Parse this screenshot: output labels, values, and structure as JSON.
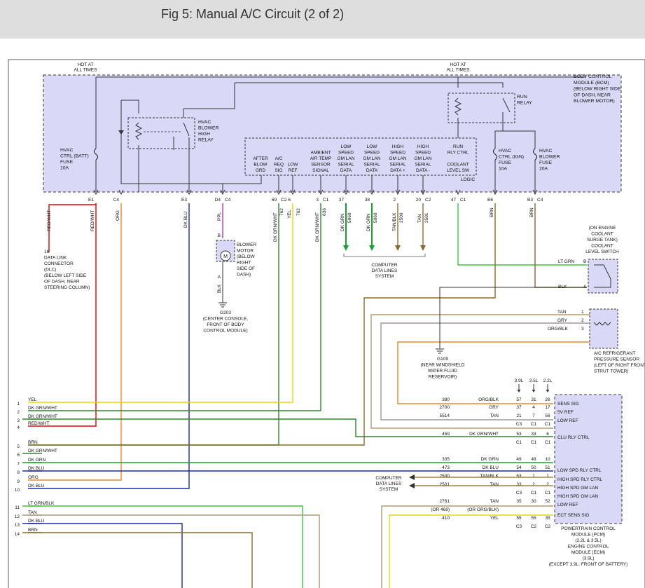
{
  "title": "Fig 5: Manual A/C Circuit (2 of 2)",
  "colors": {
    "module_fill": "#d9d9f7",
    "module_stroke": "#333333",
    "red": "#e60000",
    "orange": "#e58a2e",
    "yellow": "#e8d800",
    "green": "#10a52a",
    "dk_grn": "#2a8a2a",
    "blue": "#1a2aa8",
    "brown": "#8a6a2a",
    "tan": "#b09a70",
    "gray": "#9a9a9a",
    "purple": "#c034c0",
    "lt_grn": "#33cc33"
  },
  "labels": {
    "hot_left": [
      "HOT AT",
      "ALL TIMES"
    ],
    "hot_right": [
      "HOT AT",
      "ALL TIMES"
    ],
    "bcm": [
      "BODY CONTROL",
      "MODULE (BCM)",
      "(BELOW RIGHT SIDE",
      "OF DASH, NEAR",
      "BLOWER MOTOR)"
    ],
    "hvac_batt_fuse": [
      "HVAC",
      "CTRL (BATT)",
      "FUSE",
      "10A"
    ],
    "hvac_relay": [
      "HVAC",
      "BLOWER",
      "HIGH",
      "RELAY"
    ],
    "run_relay": [
      "RUN",
      "RELAY"
    ],
    "hvac_ign_fuse": [
      "HVAC",
      "CTRL (IGN)",
      "FUSE",
      "10A"
    ],
    "hvac_blower_fuse": [
      "HVAC",
      "BLOWER",
      "FUSE",
      "20A"
    ],
    "logic": "LOGIC",
    "bcm_inputs": [
      [
        "AFTER",
        "BLOW",
        "GRD"
      ],
      [
        "A/C",
        "REQ",
        "SIG"
      ],
      [
        "LOW",
        "REF"
      ],
      [
        "AMBIENT",
        "AIR TEMP",
        "SENSOR",
        "SIGNAL"
      ],
      [
        "LOW",
        "SPEED",
        "GM LAN",
        "SERIAL",
        "DATA"
      ],
      [
        "LOW",
        "SPEED",
        "GM LAN",
        "SERIAL",
        "DATA"
      ],
      [
        "HIGH",
        "SPEED",
        "GM LAN",
        "SERIAL",
        "DATA +"
      ],
      [
        "HIGH",
        "SPEED",
        "GM LAN",
        "SERIAL",
        "DATA -"
      ],
      [
        "RUN",
        "RLY CTRL",
        "",
        "COOLANT",
        "LEVEL SW"
      ]
    ],
    "pins": [
      {
        "pin": "E1",
        "conn": ""
      },
      {
        "pin": "C4",
        "conn": ""
      },
      {
        "pin": "E3",
        "conn": ""
      },
      {
        "pin": "D4",
        "conn": "C4"
      },
      {
        "pin": "69",
        "conn": "C2"
      },
      {
        "pin": "6",
        "conn": ""
      },
      {
        "pin": "3",
        "conn": "C1"
      },
      {
        "pin": "37",
        "conn": ""
      },
      {
        "pin": "38",
        "conn": ""
      },
      {
        "pin": "2",
        "conn": ""
      },
      {
        "pin": "20",
        "conn": "C2"
      },
      {
        "pin": "47",
        "conn": "C1"
      },
      {
        "pin": "B6",
        "conn": ""
      },
      {
        "pin": "B3",
        "conn": "C4"
      }
    ],
    "wires_vertical": [
      "RED/WHT",
      "RED/WHT",
      "ORG",
      "DK BLU",
      "PPL",
      "DK GRN/WHT",
      "762",
      "YEL",
      "762",
      "DK GRN/WHT",
      "636",
      "DK GRN",
      "5060",
      "DK GRN",
      "5060",
      "TAN/BLK",
      "2500",
      "TAN",
      "2501",
      "BRN",
      "BRN"
    ],
    "dlc": [
      "16",
      "DATA LINK",
      "CONNECTOR",
      "(DLC)",
      "(BELOW LEFT SIDE",
      "OF DASH, NEAR",
      "STEERING COLUMN)"
    ],
    "blower_motor": [
      "BLOWER",
      "MOTOR",
      "(BELOW",
      "RIGHT",
      "SIDE OF",
      "DASH)"
    ],
    "blower_pins": [
      "B",
      "A",
      "BLK",
      "M"
    ],
    "g203": [
      "G203",
      "(CENTER CONSOLE,",
      "FRONT OF BODY",
      "CONTROL MODULE)"
    ],
    "computer_data_lines": [
      "COMPUTER",
      "DATA LINES",
      "SYSTEM"
    ],
    "coolant_switch": [
      "(ON ENGINE",
      "COOLANT",
      "SURGE TANK)",
      "COOLANT",
      "LEVEL SWITCH"
    ],
    "coolant_wires": [
      {
        "color": "LT GRN",
        "pin": "B"
      },
      {
        "color": "BLK",
        "pin": "A"
      }
    ],
    "pressure_sensor_wires": [
      {
        "color": "TAN",
        "pin": "1"
      },
      {
        "color": "GRY",
        "pin": "2"
      },
      {
        "color": "ORG/BLK",
        "pin": "3"
      }
    ],
    "pressure_sensor": [
      "A/C REFRIGERANT",
      "PRESSURE SENSOR",
      "(LEFT OF RIGHT FRONT",
      "STRUT TOWER)"
    ],
    "g109": [
      "G109",
      "(NEAR WINDSHIELD",
      "WIPER FLUID",
      "RESERVOIR)"
    ],
    "engine_variants": [
      "3.9L",
      "3.5L",
      "2.2L"
    ],
    "left_wires": [
      {
        "num": "1",
        "color": "YEL"
      },
      {
        "num": "2",
        "color": "DK GRN/WHT"
      },
      {
        "num": "3",
        "color": "DK GRN/WHT"
      },
      {
        "num": "4",
        "color": "RED/WHT"
      },
      {
        "num": "5",
        "color": "BRN"
      },
      {
        "num": "6",
        "color": "DK GRN/WHT"
      },
      {
        "num": "7",
        "color": "DK GRN"
      },
      {
        "num": "8",
        "color": "DK BLU"
      },
      {
        "num": "9",
        "color": "ORG"
      },
      {
        "num": "10",
        "color": "DK BLU"
      },
      {
        "num": "11",
        "color": "LT GRN/BLK"
      },
      {
        "num": "12",
        "color": "TAN"
      },
      {
        "num": "13",
        "color": "DK BLU"
      },
      {
        "num": "14",
        "color": "BRN"
      }
    ],
    "pcm_rows": [
      {
        "circuit": "380",
        "color": "ORG/BLK",
        "p1": "57",
        "p2": "31",
        "p3": "26",
        "func": "SENS SIG"
      },
      {
        "circuit": "2700",
        "color": "GRY",
        "p1": "37",
        "p2": "4",
        "p3": "17",
        "func": "5V REF"
      },
      {
        "circuit": "5514",
        "color": "TAN",
        "p1": "21",
        "p2": "7",
        "p3": "56",
        "func": "LOW REF"
      },
      {
        "circuit": "",
        "color": "",
        "p1": "C3",
        "p2": "C1",
        "p3": "C1",
        "func": ""
      },
      {
        "circuit": "459",
        "color": "DK GRN/WHT",
        "p1": "53",
        "p2": "33",
        "p3": "6",
        "func": "CLU RLY CTRL"
      },
      {
        "circuit": "",
        "color": "",
        "p1": "C1",
        "p2": "C1",
        "p3": "C1",
        "func": ""
      },
      {
        "circuit": "335",
        "color": "DK GRN",
        "p1": "49",
        "p2": "48",
        "p3": "10",
        "func": ""
      },
      {
        "circuit": "473",
        "color": "DK BLU",
        "p1": "54",
        "p2": "50",
        "p3": "51",
        "func": "LOW SPD RLY CTRL"
      },
      {
        "circuit": "2500",
        "color": "TAN/BLK",
        "p1": "53",
        "p2": "1",
        "p3": "1",
        "func": "HIGH SPD RLY CTRL"
      },
      {
        "circuit": "2501",
        "color": "TAN",
        "p1": "33",
        "p2": "2",
        "p3": "2",
        "func": "HIGH SPD GM LAN"
      },
      {
        "circuit": "",
        "color": "",
        "p1": "C3",
        "p2": "C1",
        "p3": "C1",
        "func": "HIGH SPD GM LAN"
      },
      {
        "circuit": "2761",
        "color": "TAN",
        "p1": "35",
        "p2": "30",
        "p3": "52",
        "func": ""
      },
      {
        "circuit": "(OR 469)",
        "color": "(OR ORG/BLK)",
        "p1": "",
        "p2": "",
        "p3": "",
        "func": "LOW REF"
      },
      {
        "circuit": "410",
        "color": "YEL",
        "p1": "55",
        "p2": "55",
        "p3": "35",
        "func": "ECT SENS SIG"
      },
      {
        "circuit": "",
        "color": "",
        "p1": "C3",
        "p2": "C2",
        "p3": "C2",
        "func": ""
      }
    ],
    "computer_data_lines_2": [
      "COMPUTER",
      "DATA LINES",
      "SYSTEM"
    ],
    "pcm": [
      "POWERTRAIN CONTROL",
      "MODULE (PCM)",
      "(2.2L & 3.5L)",
      "ENGINE CONTROL",
      "MODULE (ECM)",
      "(3.9L)",
      "(EXCEPT 3.9L: FRONT OF BATTERY)"
    ]
  }
}
